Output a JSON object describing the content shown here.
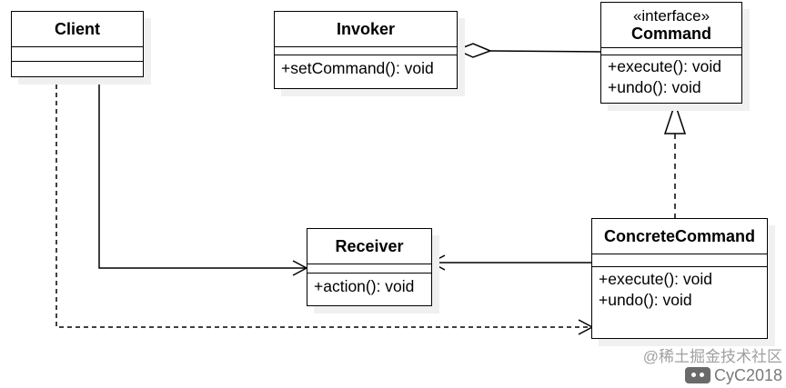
{
  "classes": {
    "client": {
      "name": "Client"
    },
    "invoker": {
      "name": "Invoker",
      "operations": [
        "+setCommand(): void"
      ]
    },
    "command": {
      "stereotype": "«interface»",
      "name": "Command",
      "operations": [
        "+execute(): void",
        "+undo(): void"
      ]
    },
    "receiver": {
      "name": "Receiver",
      "operations": [
        "+action(): void"
      ]
    },
    "concrete": {
      "name": "ConcreteCommand",
      "operations": [
        "+execute(): void",
        "+undo(): void"
      ]
    }
  },
  "relations": [
    {
      "from": "Invoker",
      "to": "Command",
      "kind": "aggregation"
    },
    {
      "from": "ConcreteCommand",
      "to": "Command",
      "kind": "realization"
    },
    {
      "from": "Client",
      "to": "Receiver",
      "kind": "association"
    },
    {
      "from": "ConcreteCommand",
      "to": "Receiver",
      "kind": "association"
    },
    {
      "from": "Client",
      "to": "ConcreteCommand",
      "kind": "dependency"
    }
  ],
  "watermark": {
    "line1": "@稀土掘金技术社区",
    "line2": "CyC2018"
  }
}
